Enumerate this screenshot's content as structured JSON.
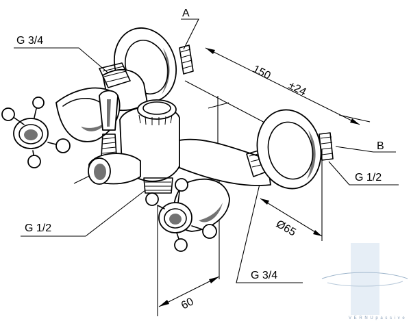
{
  "labels": {
    "point_a": "A",
    "point_b": "B",
    "thread_g34_top": "G 3/4",
    "thread_g12_right": "G 1/2",
    "thread_g12_left": "G 1/2",
    "thread_g34_bottom": "G 3/4"
  },
  "dimensions": {
    "centre_distance": "150",
    "centre_tolerance": "±24",
    "flange_diameter": "Ø65",
    "depth": "60"
  },
  "watermark": {
    "text": "V E R N U  p a s s i v e"
  },
  "colors": {
    "line": "#000000",
    "watermark_fill": "#e6eef6",
    "watermark_stroke": "#9fb6cc"
  }
}
